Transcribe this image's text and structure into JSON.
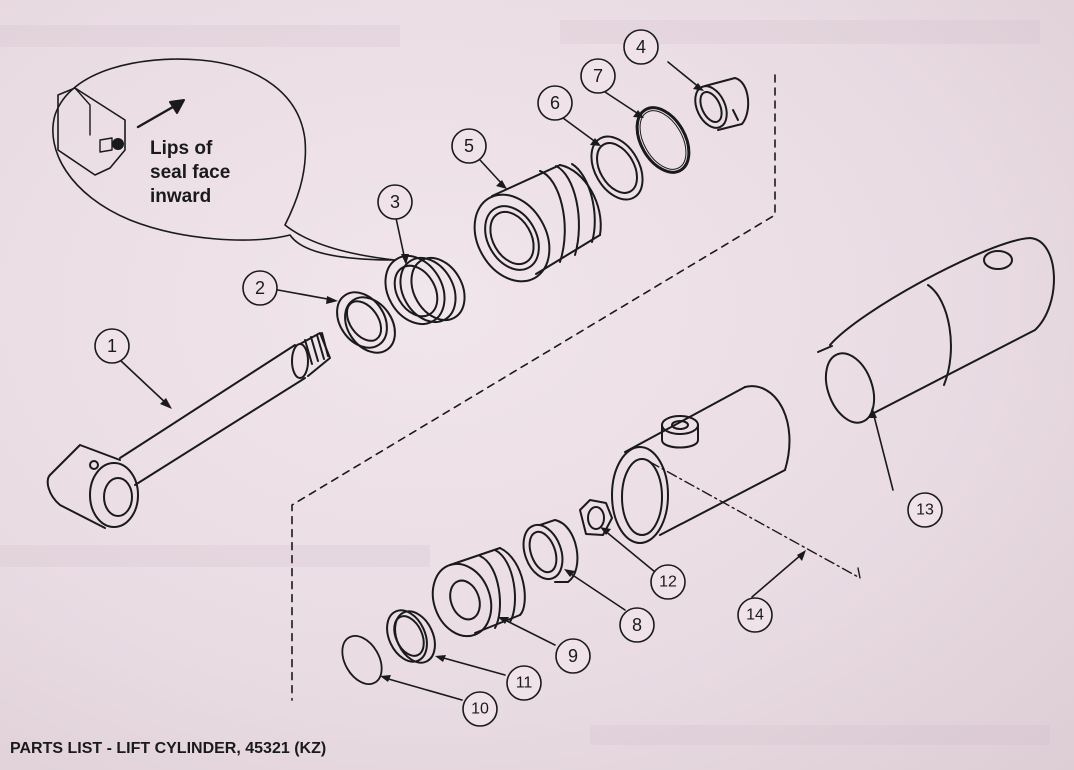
{
  "diagram": {
    "caption": "PARTS LIST - LIFT CYLINDER, 45321 (KZ)",
    "callout_lines": [
      "Lips of",
      "seal face",
      "inward"
    ],
    "labels": [
      {
        "id": "1",
        "text": "1"
      },
      {
        "id": "2",
        "text": "2"
      },
      {
        "id": "3",
        "text": "3"
      },
      {
        "id": "4",
        "text": "4"
      },
      {
        "id": "5",
        "text": "5"
      },
      {
        "id": "6",
        "text": "6"
      },
      {
        "id": "7",
        "text": "7"
      },
      {
        "id": "8",
        "text": "8"
      },
      {
        "id": "9",
        "text": "9"
      },
      {
        "id": "10",
        "text": "10"
      },
      {
        "id": "11",
        "text": "11"
      },
      {
        "id": "12",
        "text": "12"
      },
      {
        "id": "13",
        "text": "13"
      },
      {
        "id": "14",
        "text": "14"
      }
    ],
    "colors": {
      "ink": "#1a1a1a",
      "paper": "#ecdfe6",
      "ghost_text": "#b9a8b3"
    }
  }
}
